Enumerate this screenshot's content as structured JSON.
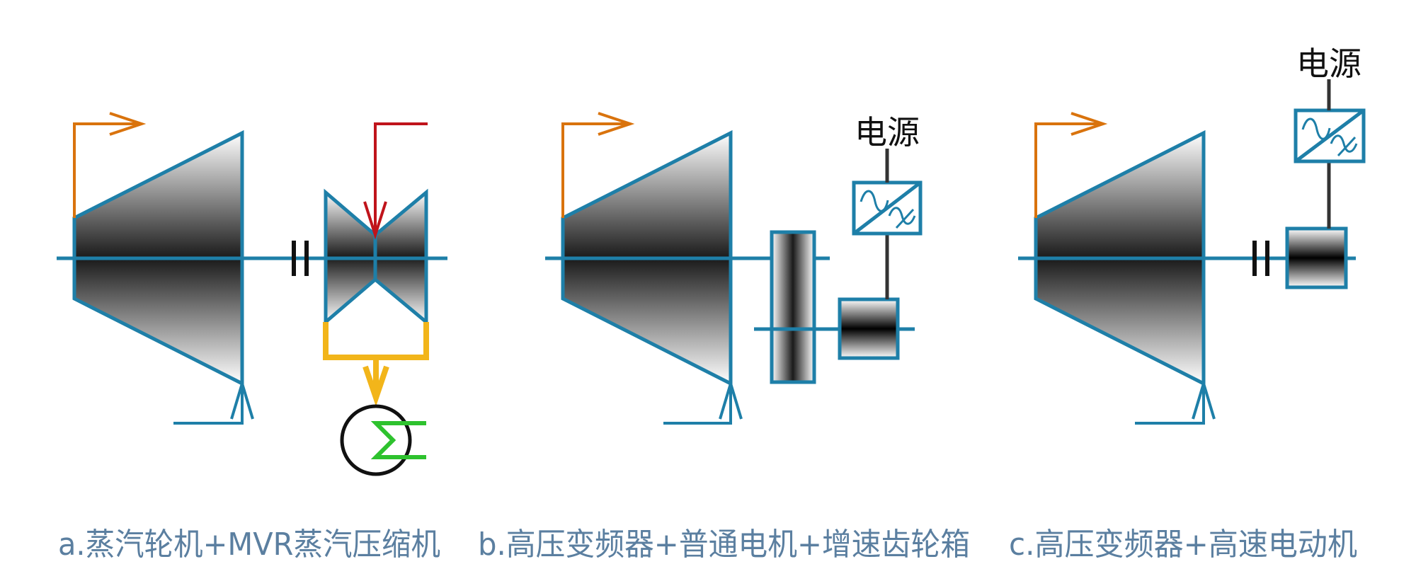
{
  "captions": {
    "a": "a.蒸汽轮机+MVR蒸汽压缩机",
    "b": "b.高压变频器+普通电机+增速齿轮箱",
    "c": "c.高压变频器+高速电动机"
  },
  "power_labels": {
    "b": "电源",
    "c": "电源"
  },
  "colors": {
    "shaft": "#1e7fa8",
    "outline": "#1e7fa8",
    "orange_arrow": "#d9730d",
    "red_arrow": "#c0141b",
    "yellow": "#f2b51a",
    "green": "#2ec22e",
    "caption": "#5b7fa0",
    "wire": "#333333"
  }
}
